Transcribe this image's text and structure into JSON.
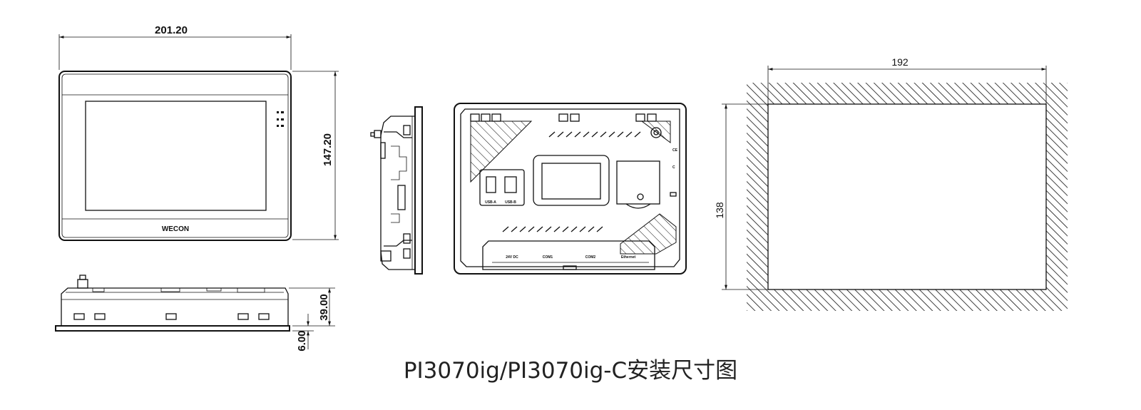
{
  "caption": "PI3070ig/PI3070ig-C安装尺寸图",
  "front_view": {
    "width_dim": "201.20",
    "height_dim": "147.20",
    "logo_text": "WECON"
  },
  "bottom_view": {
    "depth_dim": "39.00",
    "bezel_dim": "6.00"
  },
  "rear_view": {
    "port_usb_a": "USB-A",
    "port_usb_b": "USB-B",
    "port_power": "24V DC",
    "port_com1": "COM1",
    "port_com2": "COM2",
    "port_ethernet": "Ethernet"
  },
  "cutout_view": {
    "width_dim": "192",
    "height_dim": "138"
  }
}
